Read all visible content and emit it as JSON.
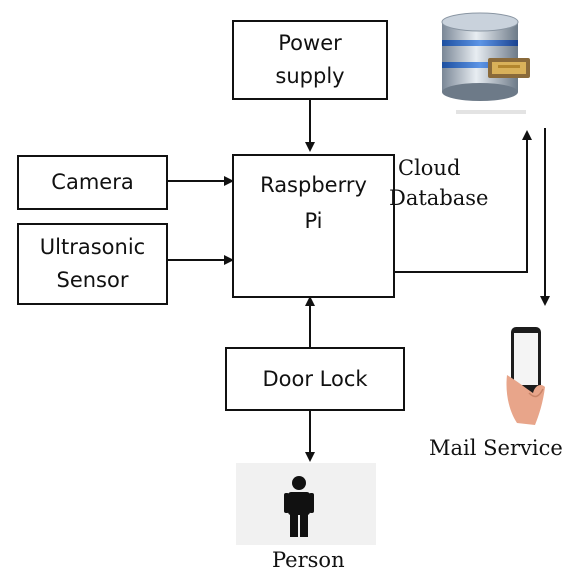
{
  "blocks": {
    "power_supply": "Power\nsupply",
    "camera": "Camera",
    "ultrasonic": "Ultrasonic\nSensor",
    "raspberry_pi": "Raspberry\nPi",
    "door_lock": "Door Lock"
  },
  "labels": {
    "cloud": "Cloud",
    "database": "Database",
    "mail_service": "Mail Service",
    "person": "Person"
  },
  "icons": {
    "database": "database-server-icon",
    "phone": "smartphone-in-hand-icon",
    "person": "person-icon"
  }
}
